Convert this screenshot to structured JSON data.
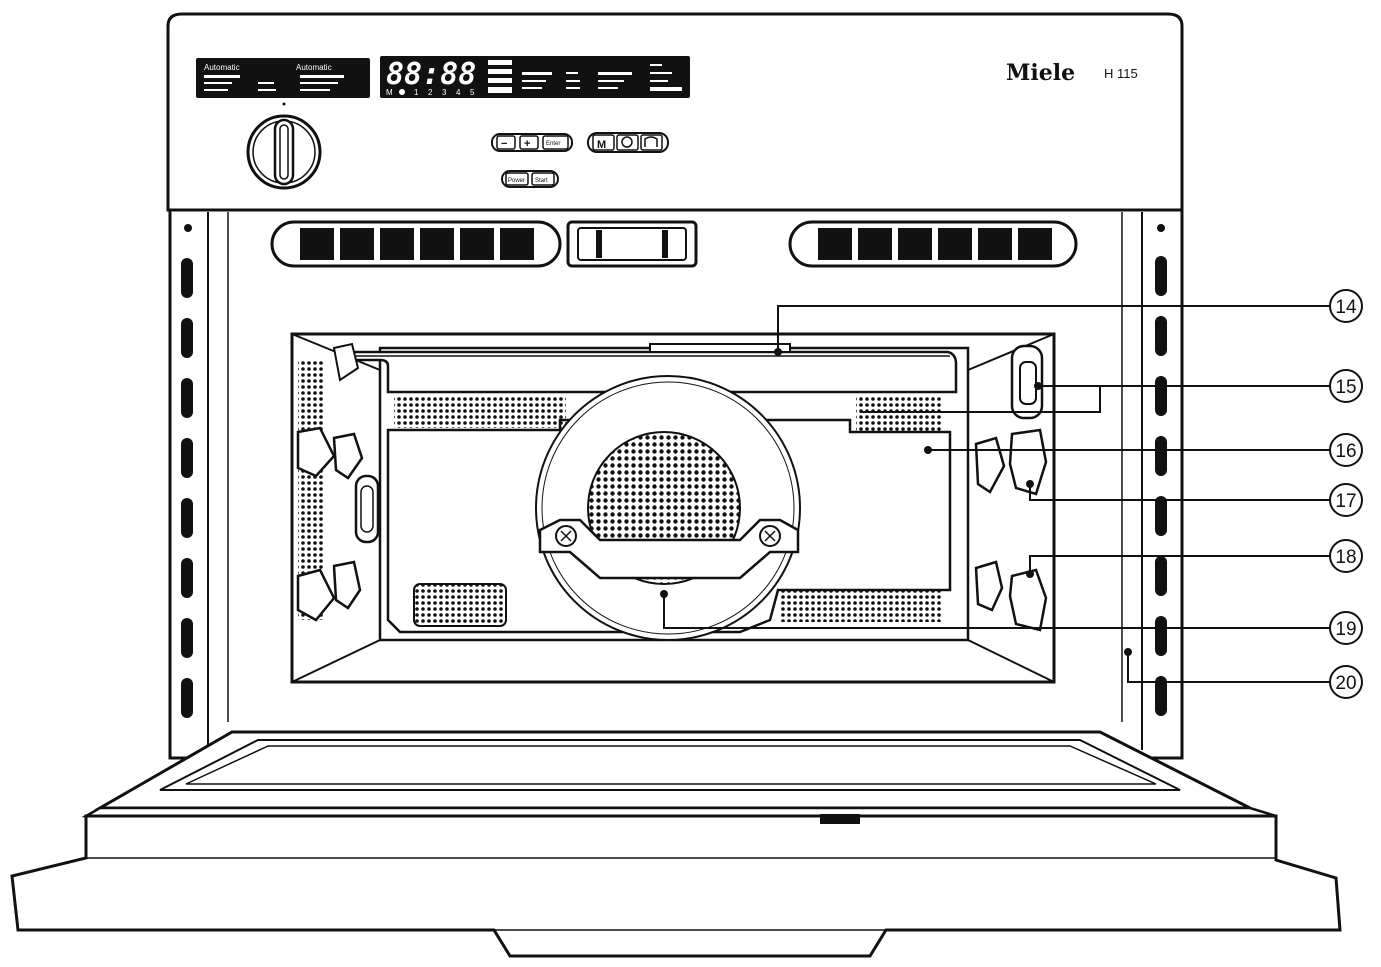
{
  "brand": {
    "name": "Miele",
    "model": "H 115"
  },
  "display": {
    "time": "88:88",
    "left_panel_titles": [
      "Automatic",
      "Automatic"
    ],
    "scale_marks": [
      "1",
      "2",
      "3",
      "4",
      "5"
    ]
  },
  "controls": {
    "minus_label": "−",
    "plus_label": "+",
    "enter_label": "Enter",
    "m_label": "M",
    "power_label": "Power",
    "start_label": "Start"
  },
  "callouts": [
    {
      "number": "14"
    },
    {
      "number": "15"
    },
    {
      "number": "16"
    },
    {
      "number": "17"
    },
    {
      "number": "18"
    },
    {
      "number": "19"
    },
    {
      "number": "20"
    }
  ]
}
